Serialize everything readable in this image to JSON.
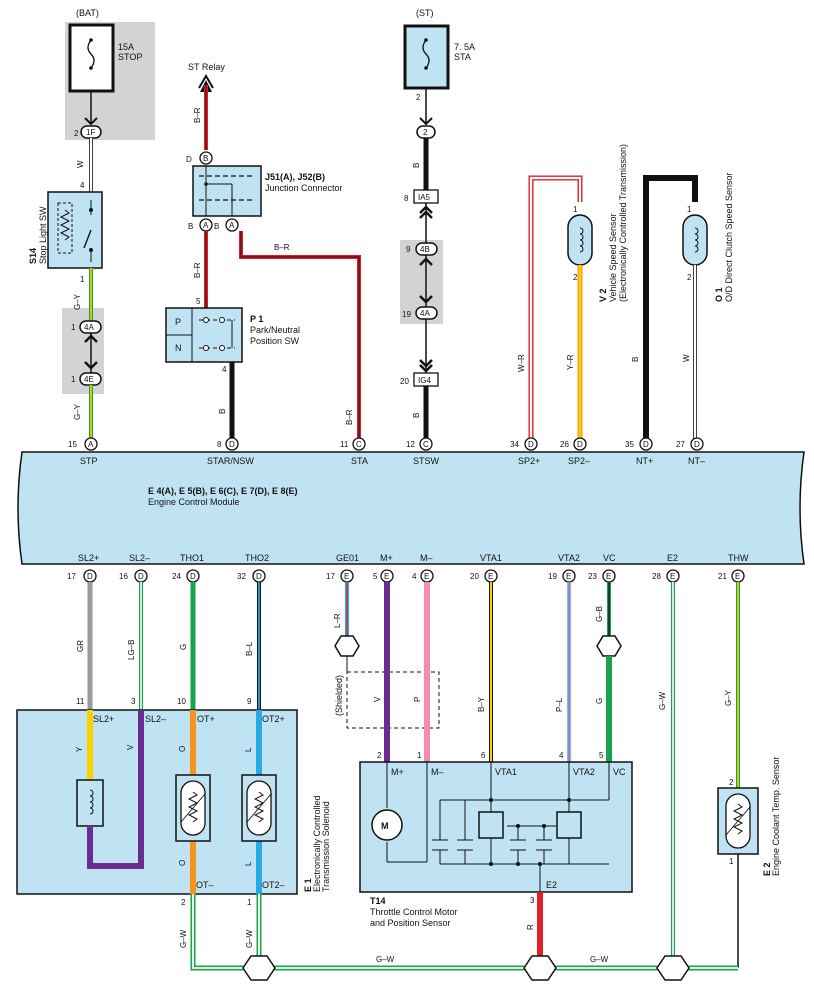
{
  "fuses": {
    "stop": {
      "source": "(BAT)",
      "rating": "15A",
      "name": "STOP",
      "pin_out": "2"
    },
    "sta": {
      "source": "(ST)",
      "rating": "7. 5A",
      "name": "STA",
      "pin_out": "2"
    }
  },
  "st_relay": {
    "label": "ST Relay",
    "wire": "B–R"
  },
  "stop_light_sw": {
    "id": "S14",
    "name": "Stop Light SW",
    "pin_top": "4",
    "pin_bottom": "1",
    "conn_1f_pin": "2",
    "conn_1f": "1F",
    "wire_top": "W",
    "wire_mid": "G–Y",
    "wire_bottom": "G–Y",
    "conn_4a_pin": "1",
    "conn_4a": "4A",
    "conn_4e_pin": "1",
    "conn_4e": "4E"
  },
  "junction": {
    "id": "J51(A), J52(B)",
    "name": "Junction Connector",
    "pin_d": "D",
    "pin_b_top": "B",
    "pin_b_left": "B",
    "pin_a_left": "A",
    "pin_b_right": "B",
    "pin_a_right": "A",
    "wire_out": "B–R",
    "wire_down": "B–R"
  },
  "park_neutral": {
    "id": "P 1",
    "name": "Park/Neutral",
    "name2": "Position SW",
    "pos_p": "P",
    "pos_n": "N",
    "pin_in": "5",
    "pin_out": "4",
    "wire_out": "B"
  },
  "sta_line": {
    "conn_2": "2",
    "wire1": "B",
    "pin_ia5": "8",
    "conn_ia5": "IA5",
    "pin_4b": "9",
    "conn_4b": "4B",
    "pin_4a": "19",
    "conn_4a": "4A",
    "pin_ig4": "20",
    "conn_ig4": "IG4",
    "wire2": "B"
  },
  "v2": {
    "id": "V 2",
    "name": "Vehicle Speed Sensor",
    "name2": "(Electronically Controlled Transmission)",
    "pin1": "1",
    "pin2": "2",
    "wire1": "W–R",
    "wire2": "Y–R"
  },
  "o1": {
    "id": "O 1",
    "name": "O/D Direct Clutch Speed Sensor",
    "pin1": "1",
    "pin2": "2",
    "wire1": "B",
    "wire2": "W"
  },
  "ecm": {
    "id": "E 4(A), E 5(B), E 6(C), E 7(D), E 8(E)",
    "name": "Engine Control Module",
    "top_pins": [
      {
        "num": "15",
        "conn": "A",
        "name": "STP"
      },
      {
        "num": "8",
        "conn": "D",
        "name": "STAR/NSW"
      },
      {
        "num": "11",
        "conn": "C",
        "name": "STA"
      },
      {
        "num": "12",
        "conn": "C",
        "name": "STSW"
      },
      {
        "num": "34",
        "conn": "D",
        "name": "SP2+"
      },
      {
        "num": "26",
        "conn": "D",
        "name": "SP2–"
      },
      {
        "num": "35",
        "conn": "D",
        "name": "NT+"
      },
      {
        "num": "27",
        "conn": "D",
        "name": "NT–"
      }
    ],
    "bottom_pins": [
      {
        "num": "17",
        "conn": "D",
        "name": "SL2+"
      },
      {
        "num": "16",
        "conn": "D",
        "name": "SL2–"
      },
      {
        "num": "24",
        "conn": "D",
        "name": "THO1"
      },
      {
        "num": "32",
        "conn": "D",
        "name": "THO2"
      },
      {
        "num": "17",
        "conn": "E",
        "name": "GE01"
      },
      {
        "num": "5",
        "conn": "E",
        "name": "M+"
      },
      {
        "num": "4",
        "conn": "E",
        "name": "M–"
      },
      {
        "num": "20",
        "conn": "E",
        "name": "VTA1"
      },
      {
        "num": "19",
        "conn": "E",
        "name": "VTA2"
      },
      {
        "num": "23",
        "conn": "E",
        "name": "VC"
      },
      {
        "num": "28",
        "conn": "E",
        "name": "E2"
      },
      {
        "num": "21",
        "conn": "E",
        "name": "THW"
      }
    ]
  },
  "wire_codes": {
    "stp": "G–Y",
    "star": "B",
    "sta": "B–R",
    "stsw": "B",
    "sp2p": "W–R",
    "sp2m": "Y–R",
    "ntp": "B",
    "ntm": "W",
    "sl2p": "GR",
    "sl2m": "LG–B",
    "tho1": "G",
    "tho2": "B–L",
    "ge01": "L–R",
    "mp": "V",
    "mm": "P",
    "vta1": "B–Y",
    "vta2": "P–L",
    "vc_top": "G–B",
    "vc_bot": "G",
    "e2": "G–W",
    "thw": "G–Y",
    "sol_gw1": "G–W",
    "sol_gw2": "G–W",
    "t14_r": "R",
    "gnd1": "G–W",
    "gnd2": "G–W"
  },
  "solenoid": {
    "id": "E 1",
    "name": "Electronically Controlled",
    "name2": "Transmission Solenoid",
    "pins_top": [
      "11",
      "3",
      "10",
      "9"
    ],
    "terms_top": [
      "SL2+",
      "SL2–",
      "OT+",
      "OT2+"
    ],
    "inner_codes": [
      "Y",
      "V",
      "O",
      "L"
    ],
    "inner_codes_low": [
      "O",
      "L"
    ],
    "terms_bottom": [
      "OT–",
      "OT2–"
    ],
    "pins_bottom": [
      "2",
      "1"
    ]
  },
  "shielded": {
    "label": "(Shielded)"
  },
  "t14": {
    "id": "T14",
    "name": "Throttle Control Motor",
    "name2": "and Position Sensor",
    "pins_top": [
      "2",
      "1",
      "6",
      "4",
      "5"
    ],
    "terms_top": [
      "M+",
      "M–",
      "VTA1",
      "VTA2",
      "VC"
    ],
    "motor": "M",
    "term_e2": "E2",
    "pin_e2": "3"
  },
  "e2_sensor": {
    "id": "E 2",
    "name": "Engine Coolant Temp.  Sensor",
    "pin_top": "2",
    "pin_bottom": "1"
  },
  "colors": {
    "harness_bg": "#c5e6f5",
    "module_bg": "#bfe3f3",
    "gray_zone": "#d2d3d5",
    "black": "#111111",
    "green": "#1aa34a",
    "yellow": "#ffd000",
    "orange": "#f7941d",
    "blue": "#27a9e1",
    "violet": "#6a2c91",
    "pink": "#f28cb1",
    "red": "#e21e26",
    "gray_wire": "#999999"
  }
}
